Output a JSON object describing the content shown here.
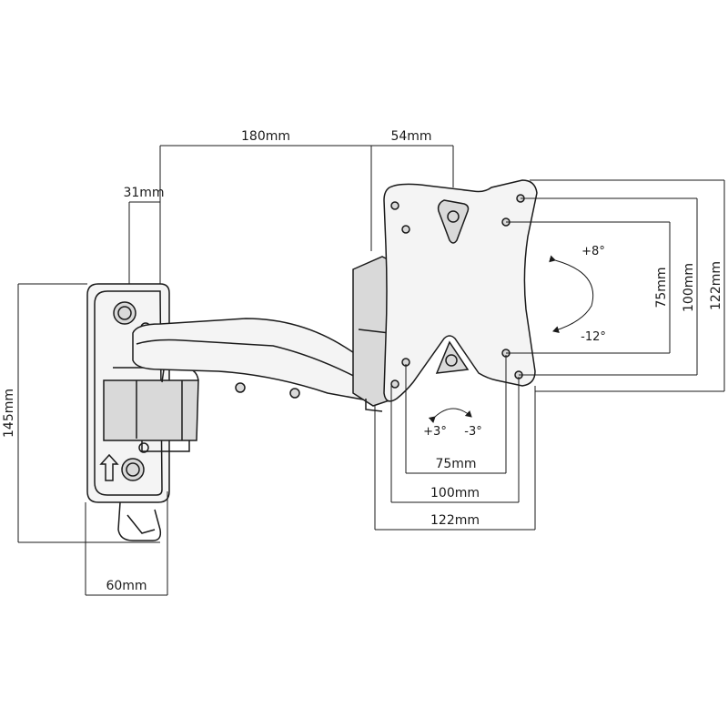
{
  "dimensions": {
    "arm_reach": "180mm",
    "plate_depth": "54mm",
    "plate_offset": "31mm",
    "wall_height": "145mm",
    "wall_width": "60mm",
    "vesa_h_75": "75mm",
    "vesa_h_100": "100mm",
    "vesa_h_122": "122mm",
    "vesa_v_75": "75mm",
    "vesa_v_100": "100mm",
    "vesa_v_122": "122mm"
  },
  "angles": {
    "tilt_up": "+8°",
    "tilt_down": "-12°",
    "swivel_left": "+3°",
    "swivel_right": "-3°"
  }
}
